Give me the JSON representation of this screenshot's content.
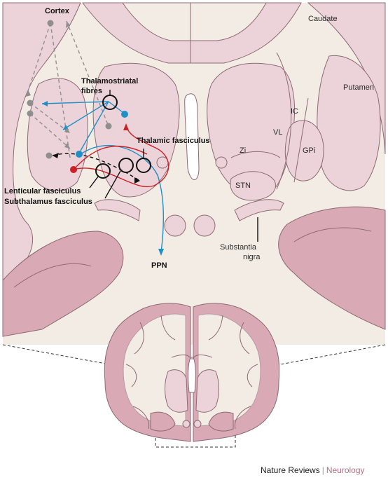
{
  "labels": {
    "cortex": "Cortex",
    "caudate": "Caudate",
    "putamen": "Putamen",
    "ic": "IC",
    "vl": "VL",
    "gpi": "GPi",
    "zi": "Zi",
    "stn": "STN",
    "substantia_line1": "Substantia",
    "substantia_line2": "nigra",
    "thalamostriatal_line1": "Thalamostriatal",
    "thalamostriatal_line2": "fibres",
    "thalamic_fasciculus": "Thalamic fasciculus",
    "lenticular_fasciculus": "Lenticular fasciculus",
    "subthalamus_fasciculus": "Subthalamus fasciculus",
    "ppn": "PPN"
  },
  "footer": {
    "journal": "Nature Reviews",
    "separator": "|",
    "section": "Neurology"
  },
  "colors": {
    "tissue": "#ebd3d9",
    "tissue_dark": "#d9a9b6",
    "white_matter": "#f3ece4",
    "outline": "#8d6a74",
    "blue": "#1f8fc7",
    "red": "#cc2027",
    "grey": "#8f8f8f"
  }
}
